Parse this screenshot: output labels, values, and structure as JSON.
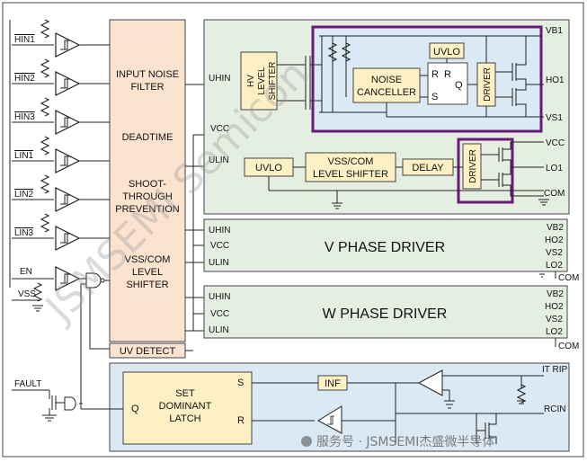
{
  "inputs": {
    "hin1": "HIN1",
    "hin2": "HIN2",
    "hin3": "HIN3",
    "lin1": "LIN1",
    "lin2": "LIN2",
    "lin3": "LIN3",
    "en": "EN",
    "vss": "VSS",
    "fault": "FAULT"
  },
  "filter_block": {
    "line1": "INPUT NOISE",
    "line2": "FILTER",
    "deadtime": "DEADTIME",
    "shoot1": "SHOOT-",
    "shoot2": "THROUGH",
    "shoot3": "PREVENTION",
    "vss1": "VSS/COM",
    "vss2": "LEVEL",
    "vss3": "SHIFTER"
  },
  "uv_detect": "UV DETECT",
  "u_phase": {
    "uhin": "UHIN",
    "ulin": "ULIN",
    "vcc": "VCC",
    "hv1": "HV",
    "hv2": "LEVEL",
    "hv3": "SHIFTER",
    "noise1": "NOISE",
    "noise2": "CANCELLER",
    "uvlo_high": "UVLO",
    "latch_r1": "R",
    "latch_r2": "R",
    "latch_s": "S",
    "latch_q": "Q",
    "driver_high": "DRIVER",
    "vb1": "VB1",
    "ho1": "HO1",
    "vs1": "VS1",
    "uvlo_low": "UVLO",
    "vss_shift1": "VSS/COM",
    "vss_shift2": "LEVEL SHIFTER",
    "delay": "DELAY",
    "driver_low": "DRIVER",
    "vcc_out": "VCC",
    "lo1": "LO1",
    "com": "COM"
  },
  "v_phase": {
    "title": "V PHASE DRIVER",
    "uhin": "UHIN",
    "vcc": "VCC",
    "ulin": "ULIN",
    "vb2": "VB2",
    "ho2": "HO2",
    "vs2": "VS2",
    "lo2": "LO2",
    "com": "COM"
  },
  "w_phase": {
    "title": "W PHASE DRIVER",
    "uhin": "UHIN",
    "vcc": "VCC",
    "ulin": "ULIN",
    "vb2": "VB2",
    "ho2": "HO2",
    "vs2": "VS2",
    "lo2": "LO2",
    "com": "COM"
  },
  "latch": {
    "q": "Q",
    "line1": "SET",
    "line2": "DOMINANT",
    "line3": "LATCH",
    "s": "S",
    "r": "R",
    "inf": "INF",
    "itrip": "IT RIP",
    "rcin": "RCIN"
  },
  "watermark": {
    "diagonal": "JSMSEMI Semicon",
    "footer": "服务号 · JSMSEMI杰盛微半导体"
  },
  "colors": {
    "green_fill": "#e4eee1",
    "blue_fill": "#dbe9f4",
    "peach_fill": "#fbe3cf",
    "yellow_fill": "#fdf0c4",
    "purple_border": "#6a1b7a"
  }
}
